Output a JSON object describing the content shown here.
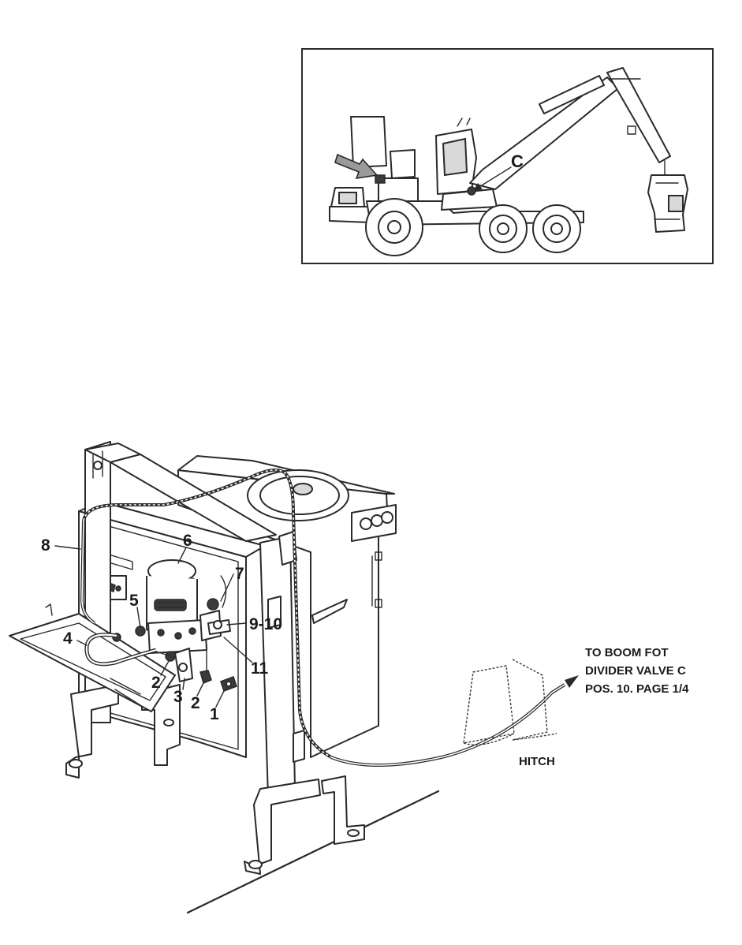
{
  "inset": {
    "callout_label": "C"
  },
  "callouts": {
    "c1": "1",
    "c2a": "2",
    "c2b": "2",
    "c3": "3",
    "c4": "4",
    "c5": "5",
    "c6": "6",
    "c7": "7",
    "c8": "8",
    "c9_10": "9-10",
    "c11": "11"
  },
  "notes": {
    "hitch": "HITCH",
    "destination_line1": "TO BOOM FOT",
    "destination_line2": "DIVIDER VALVE C",
    "destination_line3": "POS. 10. PAGE 1/4"
  }
}
